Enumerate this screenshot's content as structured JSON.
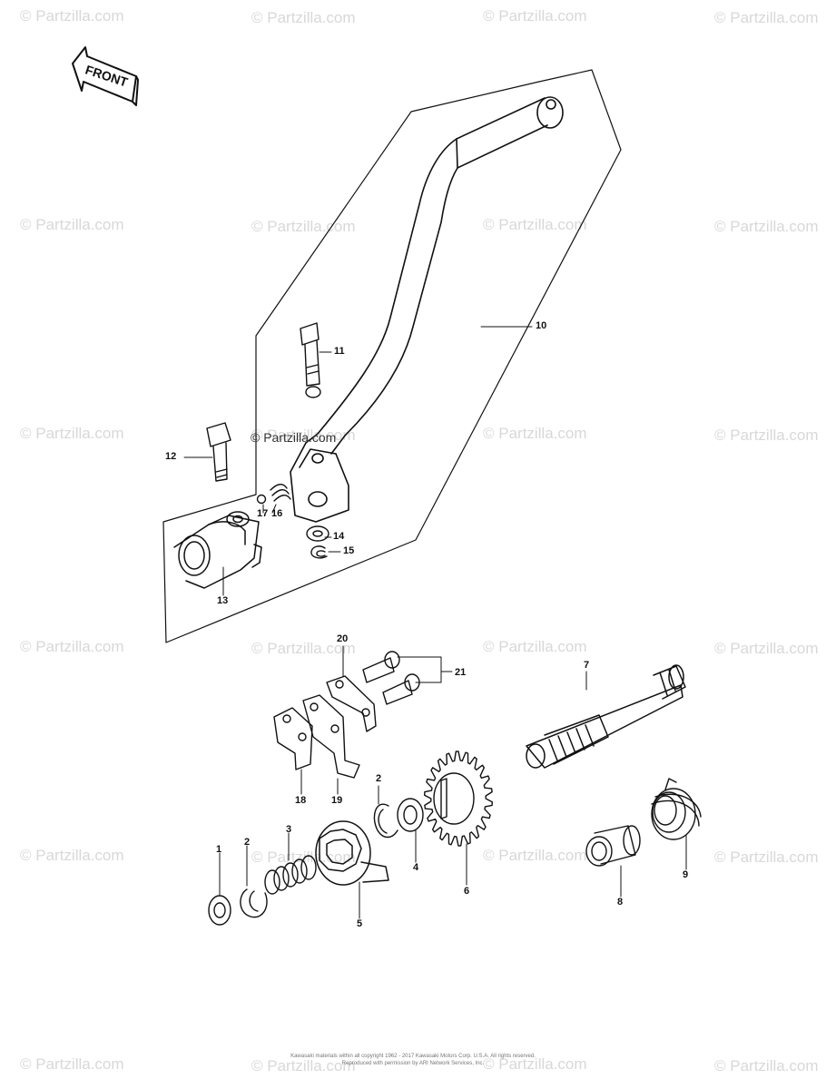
{
  "front_arrow": {
    "label": "FRONT"
  },
  "watermark": {
    "text": "© Partzilla.com"
  },
  "inline_watermark": {
    "text": "© Partzilla.com"
  },
  "callouts": {
    "p1": "1",
    "p2a": "2",
    "p2b": "2",
    "p3": "3",
    "p4": "4",
    "p5": "5",
    "p6": "6",
    "p7": "7",
    "p8": "8",
    "p9": "9",
    "p10": "10",
    "p11": "11",
    "p12": "12",
    "p13": "13",
    "p14": "14",
    "p15": "15",
    "p16": "16",
    "p17": "17",
    "p18": "18",
    "p19": "19",
    "p20": "20",
    "p21": "21"
  },
  "footer": {
    "line1": "Kawasaki materials within all copyright 1962 - 2017 Kawasaki Motors Corp. U.S.A. All rights reserved.",
    "line2": "Reproduced with permission by ARI Network Services, Inc."
  },
  "colors": {
    "ink": "#111111",
    "watermark": "#d8d8d8",
    "background": "#ffffff"
  }
}
